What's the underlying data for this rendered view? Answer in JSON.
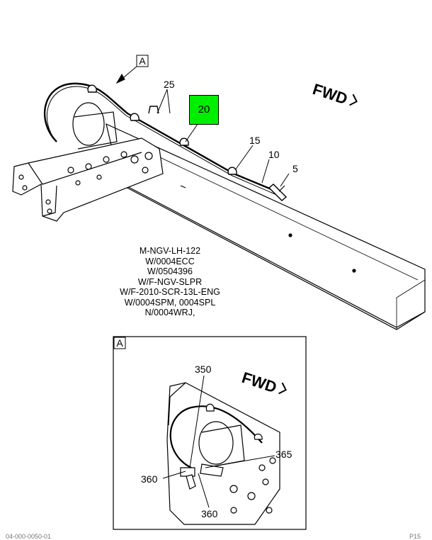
{
  "main_view": {
    "view_ref": "A",
    "fwd": "FWD",
    "callouts": {
      "c25": "25",
      "c20": "20",
      "c15": "15",
      "c10": "10",
      "c5": "5"
    },
    "highlight_color": "#00ee00"
  },
  "notes": [
    "M-NGV-LH-122",
    "W/0004ECC",
    "W/0504396",
    "W/F-NGV-SLPR",
    "W/F-2010-SCR-13L-ENG",
    "W/0004SPM, 0004SPL",
    "N/0004WRJ,"
  ],
  "detail_view": {
    "label": "A",
    "fwd": "FWD",
    "callouts": {
      "c350": "350",
      "c365": "365",
      "c360a": "360",
      "c360b": "360"
    }
  },
  "footer": {
    "left": "04-000-0050-01",
    "right": "P15"
  }
}
